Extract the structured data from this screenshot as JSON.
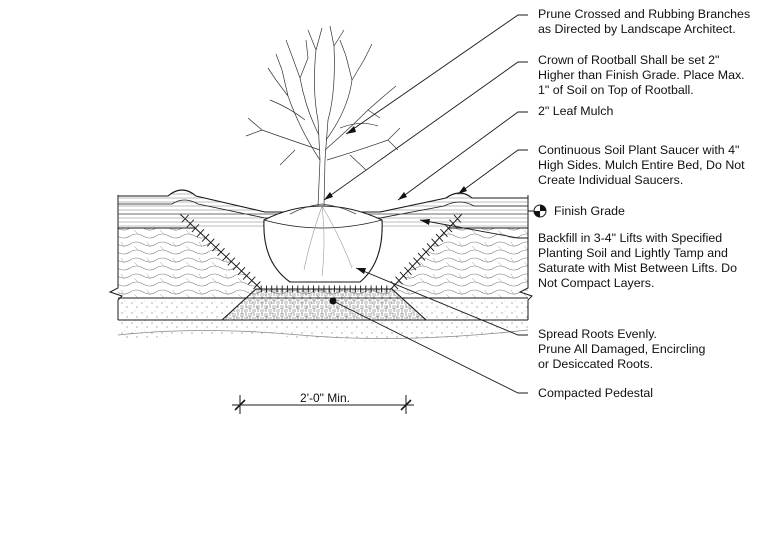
{
  "notes": {
    "prune": [
      "Prune Crossed and Rubbing Branches",
      "as Directed by Landscape Architect."
    ],
    "crown": [
      "Crown of Rootball Shall be set 2\"",
      "Higher than Finish Grade. Place Max.",
      "1\" of Soil on Top of Rootball."
    ],
    "mulch": [
      "2\" Leaf Mulch"
    ],
    "saucer": [
      "Continuous Soil Plant Saucer with 4\"",
      "High Sides. Mulch Entire Bed, Do Not",
      "Create Individual Saucers."
    ],
    "backfill": [
      "Backfill in 3-4\" Lifts with Specified",
      "Planting Soil and Lightly Tamp and",
      "Saturate with Mist Between Lifts.  Do",
      "Not Compact Layers."
    ],
    "roots": [
      "Spread Roots Evenly.",
      "Prune All Damaged, Encircling",
      "or Desiccated Roots."
    ],
    "pedestal": [
      "Compacted Pedestal"
    ]
  },
  "finish_grade": "Finish Grade",
  "dimension": "2'-0\" Min.",
  "colors": {
    "line": "#1a1a1a",
    "soil_fill": "#f2f2f2",
    "subsoil_fill": "#e8e8e8"
  }
}
